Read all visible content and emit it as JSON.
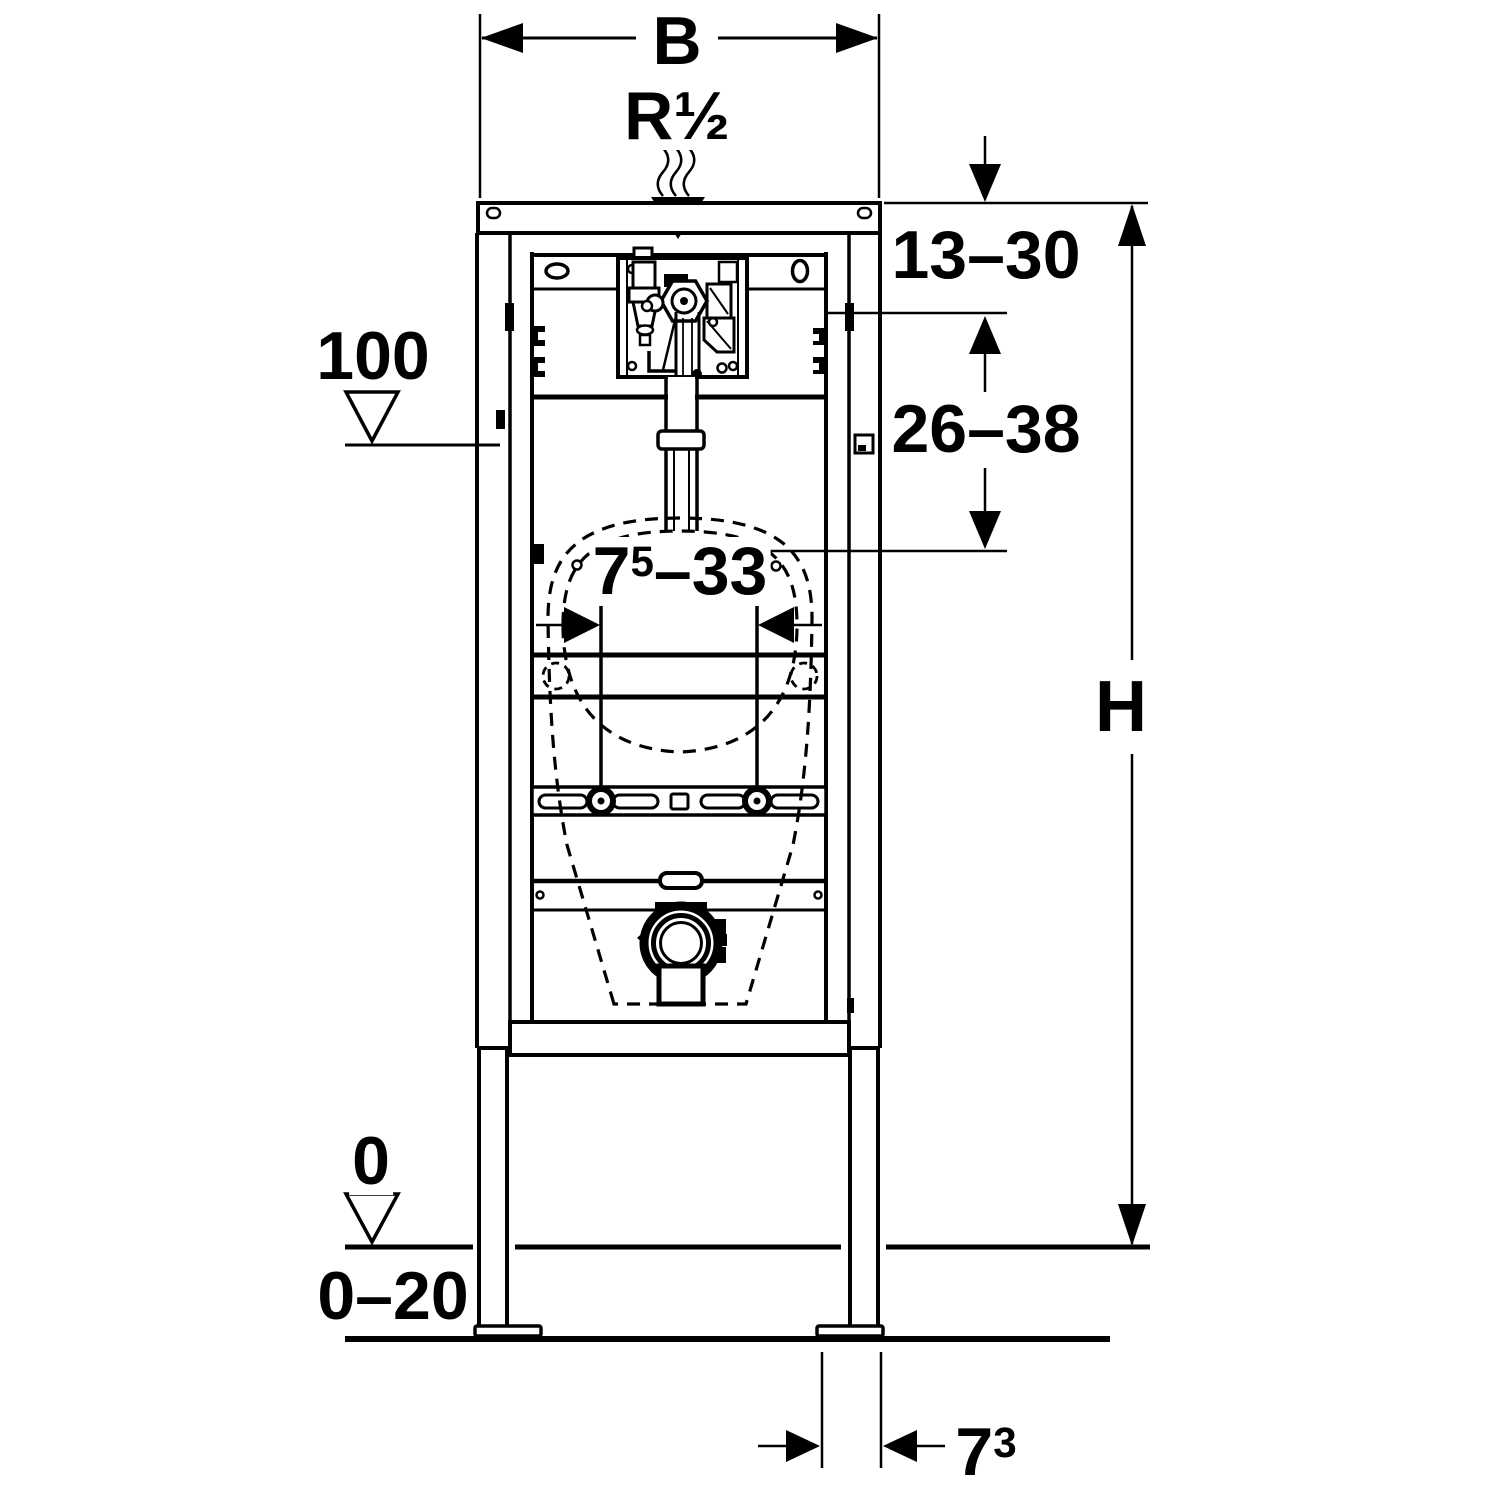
{
  "dimensions": {
    "width_label": "B",
    "supply_thread": "R½",
    "upper_datum": "100",
    "cover_depth_range": "13–30",
    "flush_valve_range": "26–38",
    "fixing_bolts": {
      "base": "7",
      "sup": "5",
      "rest": "–33"
    },
    "frame_height": "H",
    "floor_datum": "0",
    "floor_buildup_range": "0–20",
    "foot_projection": {
      "base": "7",
      "sup": "3"
    }
  },
  "colors": {
    "line": "#000000",
    "background": "#ffffff"
  }
}
